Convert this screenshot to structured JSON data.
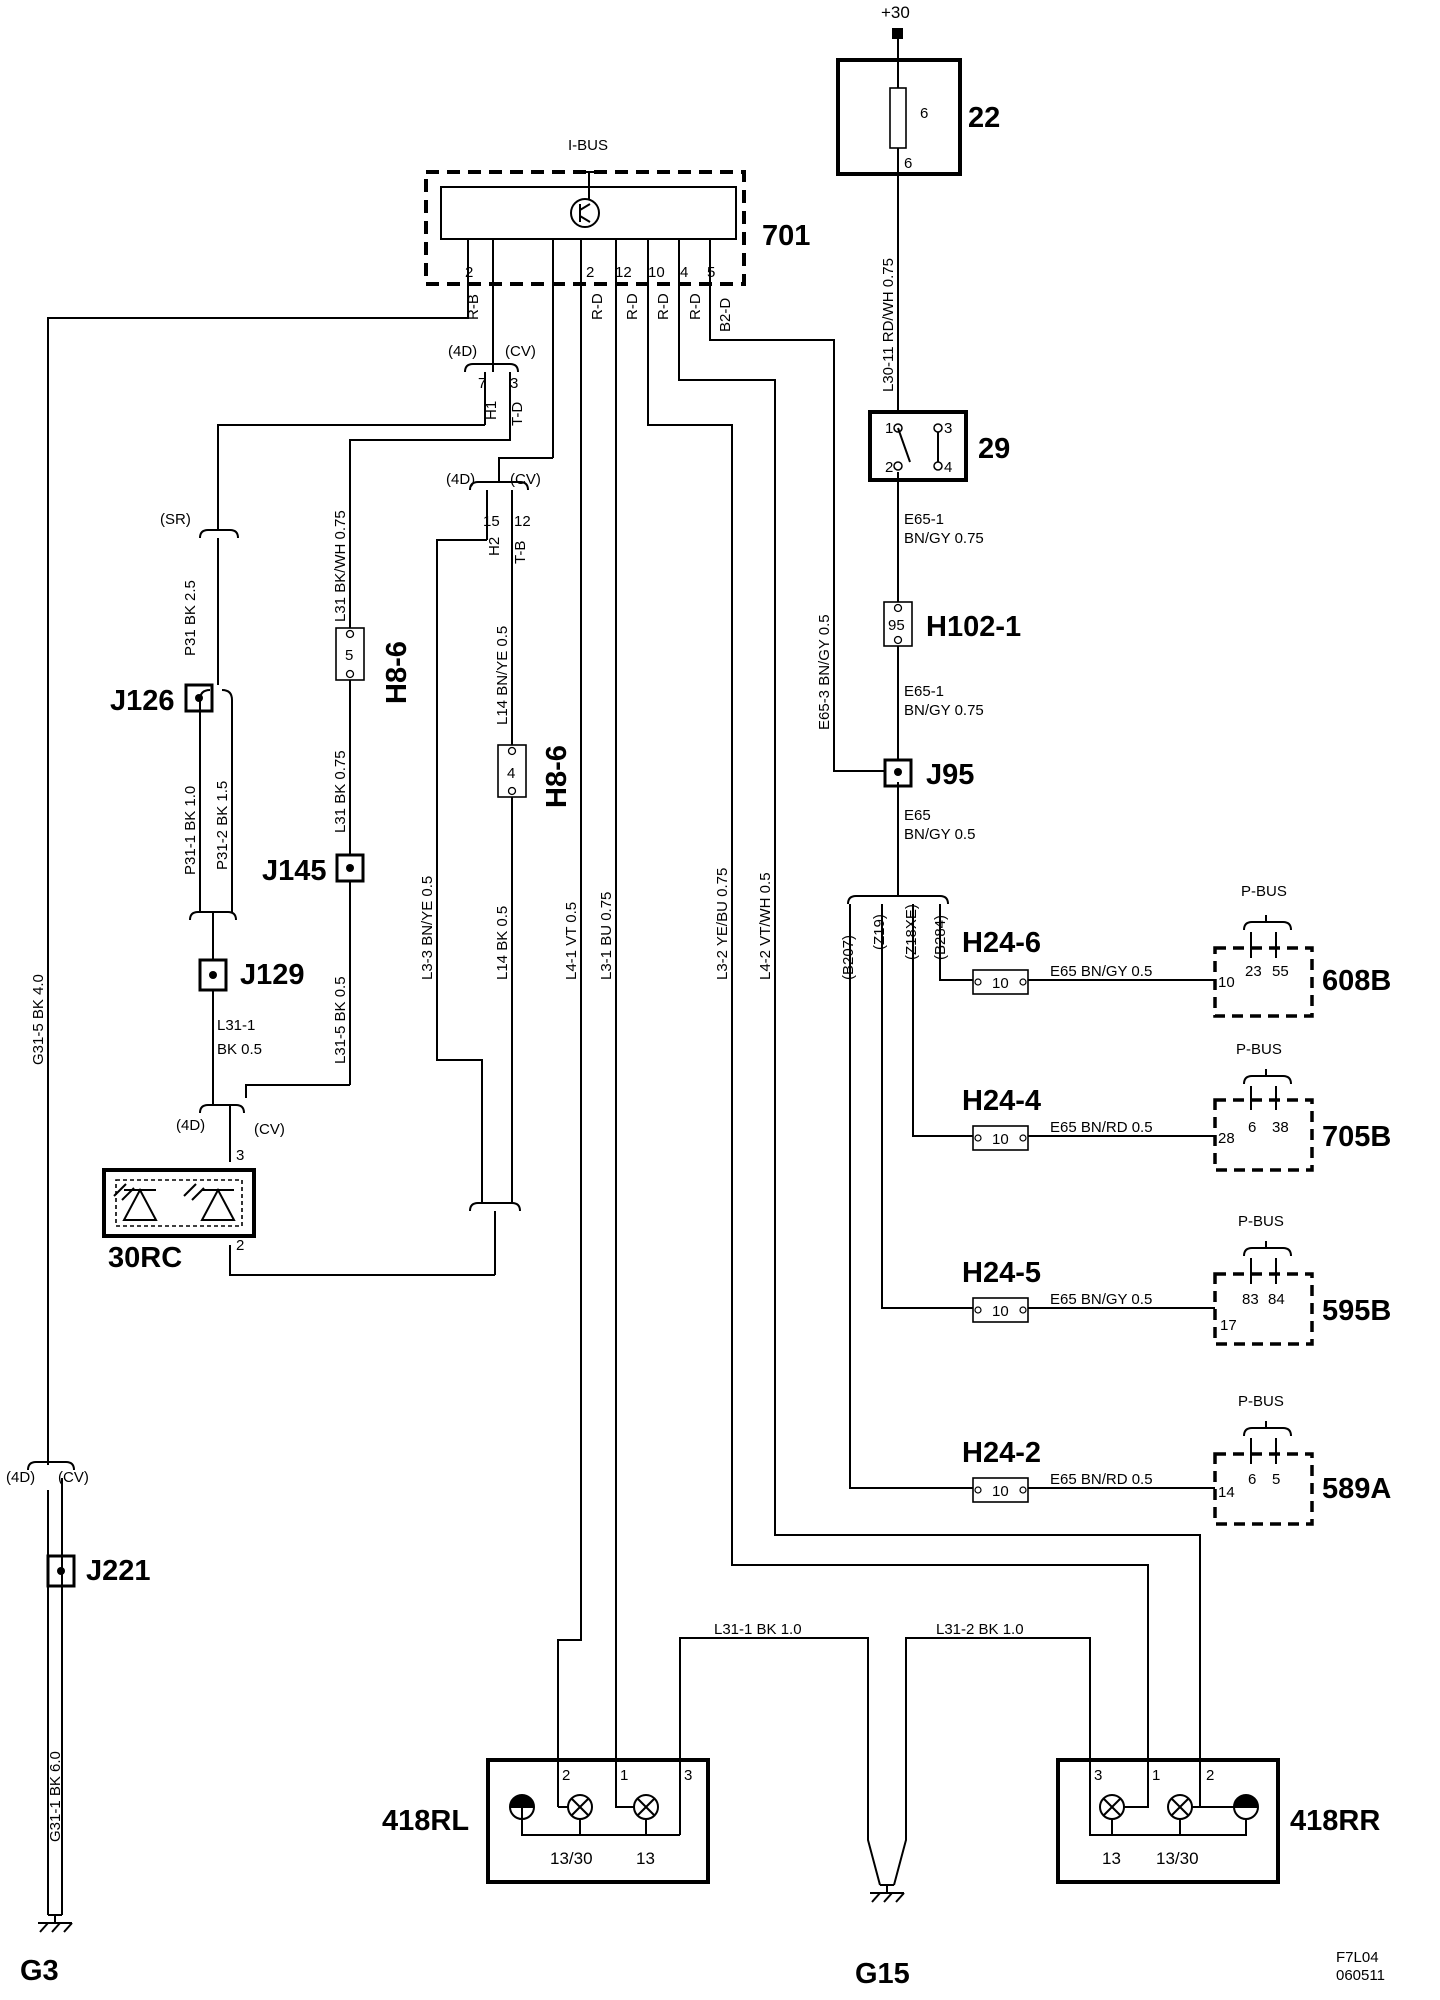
{
  "power": {
    "label": "+30"
  },
  "components": {
    "fuse": {
      "id": "22",
      "pin_top": "6",
      "pin_bottom": "6"
    },
    "module": {
      "id": "701",
      "bus": "I-BUS",
      "pins": [
        "2",
        "2",
        "12",
        "10",
        "4",
        "5"
      ]
    },
    "relay": {
      "id": "29",
      "pins": [
        "1",
        "3",
        "2",
        "4"
      ]
    },
    "switch": {
      "id": "30RC",
      "pin_top": "3",
      "pin_bottom": "2"
    },
    "lamp_left": {
      "id": "418RL",
      "pins": [
        "2",
        "1",
        "3"
      ],
      "bulbs": [
        "13/30",
        "13"
      ]
    },
    "lamp_right": {
      "id": "418RR",
      "pins": [
        "3",
        "1",
        "2"
      ],
      "bulbs": [
        "13",
        "13/30"
      ]
    }
  },
  "connectors": {
    "h8_6_a": {
      "id": "H8-6",
      "pin": "5"
    },
    "h8_6_b": {
      "id": "H8-6",
      "pin": "4"
    },
    "h102_1": {
      "id": "H102-1",
      "pin": "95"
    },
    "h24": [
      {
        "id": "H24-6",
        "pin": "10",
        "wire": "E65  BN/GY  0.5",
        "pin_in": "10",
        "bus": "P-BUS",
        "bus_pins": [
          "23",
          "55"
        ],
        "module": "608B"
      },
      {
        "id": "H24-4",
        "pin": "10",
        "wire": "E65  BN/RD  0.5",
        "pin_in": "28",
        "bus": "P-BUS",
        "bus_pins": [
          "6",
          "38"
        ],
        "module": "705B"
      },
      {
        "id": "H24-5",
        "pin": "10",
        "wire": "E65  BN/GY  0.5",
        "pin_in": "17",
        "bus": "P-BUS",
        "bus_pins": [
          "83",
          "84"
        ],
        "module": "595B"
      },
      {
        "id": "H24-2",
        "pin": "10",
        "wire": "E65  BN/RD  0.5",
        "pin_in": "14",
        "bus": "P-BUS",
        "bus_pins": [
          "6",
          "5"
        ],
        "module": "589A"
      }
    ]
  },
  "splices": [
    "J126",
    "J145",
    "J129",
    "J221",
    "J95"
  ],
  "grounds": [
    "G3",
    "G15"
  ],
  "variants": {
    "d4": "(4D)",
    "cv": "(CV)",
    "sr": "(SR)",
    "b207": "(B207)",
    "z19": "(Z19)",
    "z18xe": "(Z18XE)",
    "b284": "(B284)"
  },
  "module_outputs": [
    "R-B",
    "R-D",
    "R-D",
    "R-D",
    "R-D",
    "B2-D"
  ],
  "connector_codes": {
    "h1": "H1",
    "td1": "T-D",
    "h1_pin": "7",
    "td1_pin": "3",
    "h2": "H2",
    "tb": "T-B",
    "h2_pin": "15",
    "tb_pin": "12"
  },
  "wires": {
    "g31_5": "G31-5  BK  4.0",
    "g31_1": "G31-1  BK  6.0",
    "p31": "P31  BK  2.5",
    "p31_1": "P31-1  BK  1.0",
    "p31_2": "P31-2  BK  1.5",
    "l31_1_a": "L31-1",
    "l31_1_b": "BK    0.5",
    "l31_bkwh": "L31   BK/WH   0.75",
    "l31_bk": "L31   BK   0.75",
    "l31_5": "L31-5  BK  0.5",
    "l14_bnye": "L14  BN/YE  0.5",
    "l3_3": "L3-3   BN/YE   0.5",
    "l14_bk": "L14   BK  0.5",
    "l4_1": "L4-1   VT    0.5",
    "l3_1": "L3-1   BU   0.75",
    "l3_2": "L3-2   YE/BU  0.75",
    "l4_2": "L4-2   VT/WH  0.5",
    "l30_11": "L30-11  RD/WH   0.75",
    "e65_3": "E65-3  BN/GY  0.5",
    "e65_1_a1": "E65-1",
    "e65_1_a2": "BN/GY  0.75",
    "e65_1_b1": "E65-1",
    "e65_1_b2": "BN/GY   0.75",
    "e65_a": "E65",
    "e65_b": "BN/GY  0.5",
    "l31_1_bottom": "L31-1  BK  1.0",
    "l31_2_bottom": "L31-2   BK   1.0"
  },
  "doc": {
    "code": "F7L04",
    "date": "060511"
  }
}
